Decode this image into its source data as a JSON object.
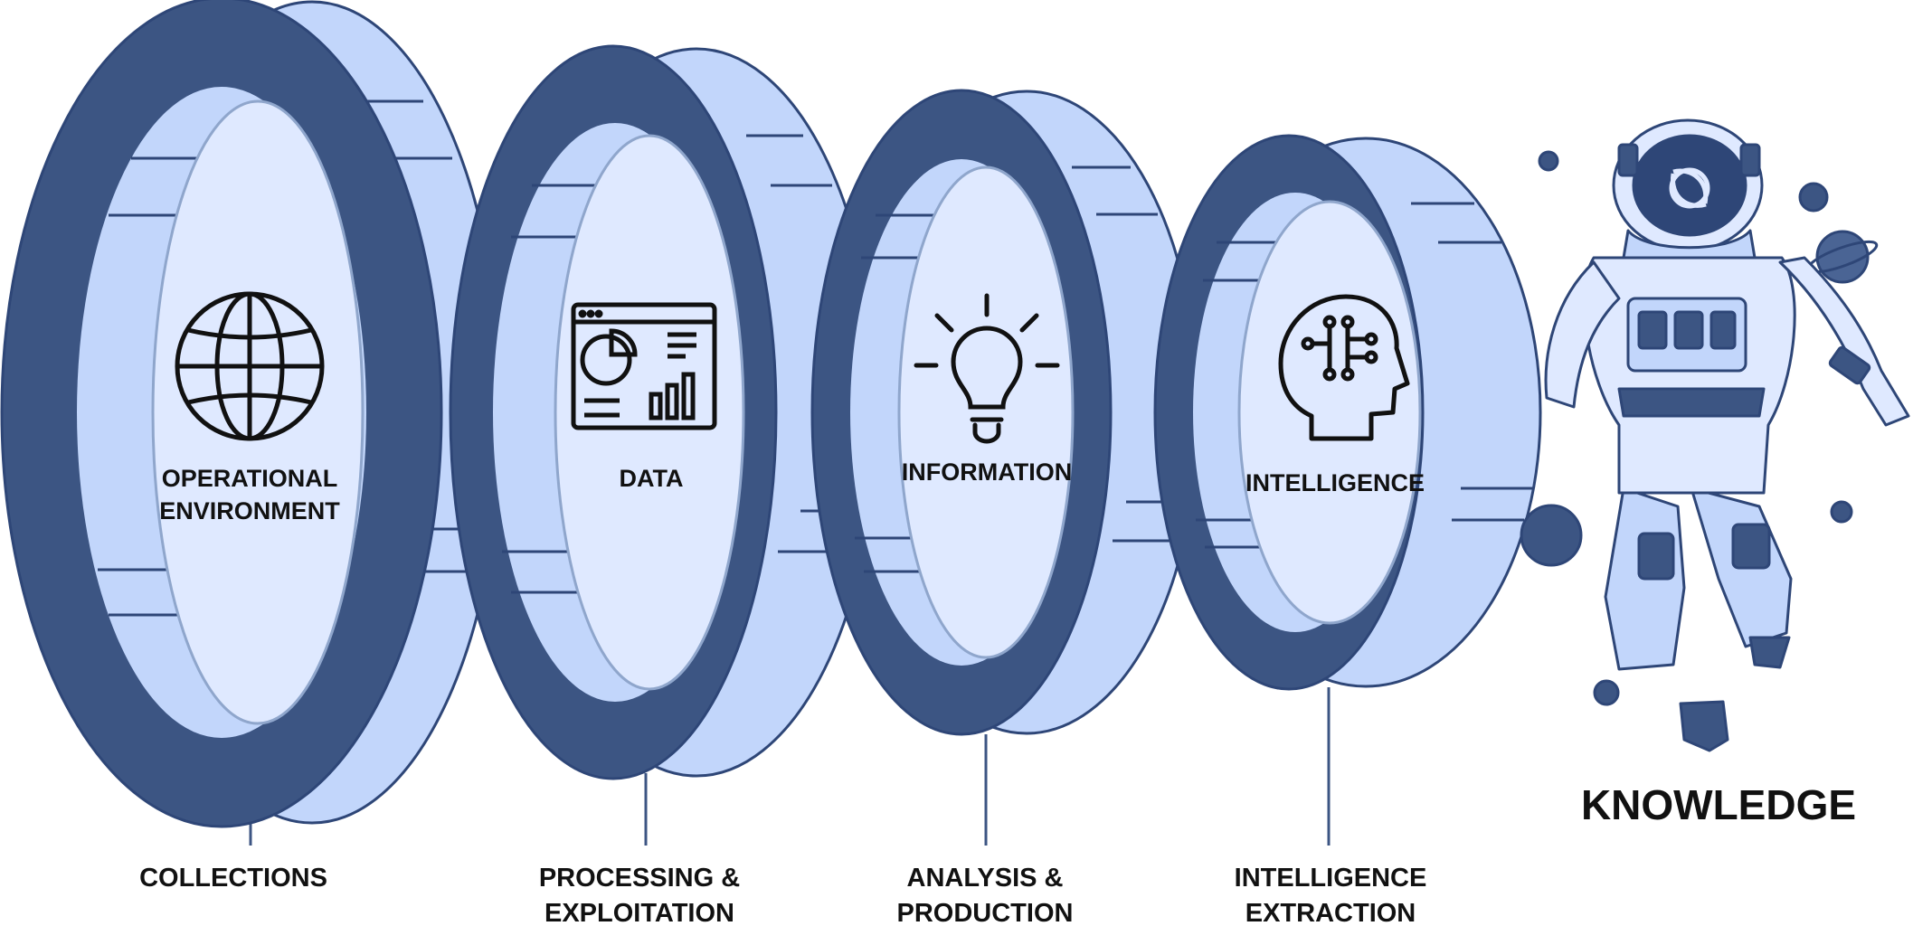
{
  "colors": {
    "dark": "#3c5583",
    "mid": "#c2d6fb",
    "light": "#dfe9ff",
    "outline": "#2e4677",
    "text": "#111111"
  },
  "rings": [
    {
      "lines": [
        "OPERATIONAL",
        "ENVIRONMENT"
      ],
      "icon": "globe-icon"
    },
    {
      "lines": [
        "DATA"
      ],
      "icon": "dashboard-chart-icon"
    },
    {
      "lines": [
        "INFORMATION"
      ],
      "icon": "lightbulb-icon"
    },
    {
      "lines": [
        "INTELLIGENCE"
      ],
      "icon": "ai-head-icon"
    }
  ],
  "stages": [
    {
      "lines": [
        "COLLECTIONS"
      ]
    },
    {
      "lines": [
        "PROCESSING &",
        "EXPLOITATION"
      ]
    },
    {
      "lines": [
        "ANALYSIS &",
        "PRODUCTION"
      ]
    },
    {
      "lines": [
        "INTELLIGENCE",
        "EXTRACTION"
      ]
    }
  ],
  "final": {
    "label": "KNOWLEDGE",
    "icon": "astronaut-icon"
  }
}
